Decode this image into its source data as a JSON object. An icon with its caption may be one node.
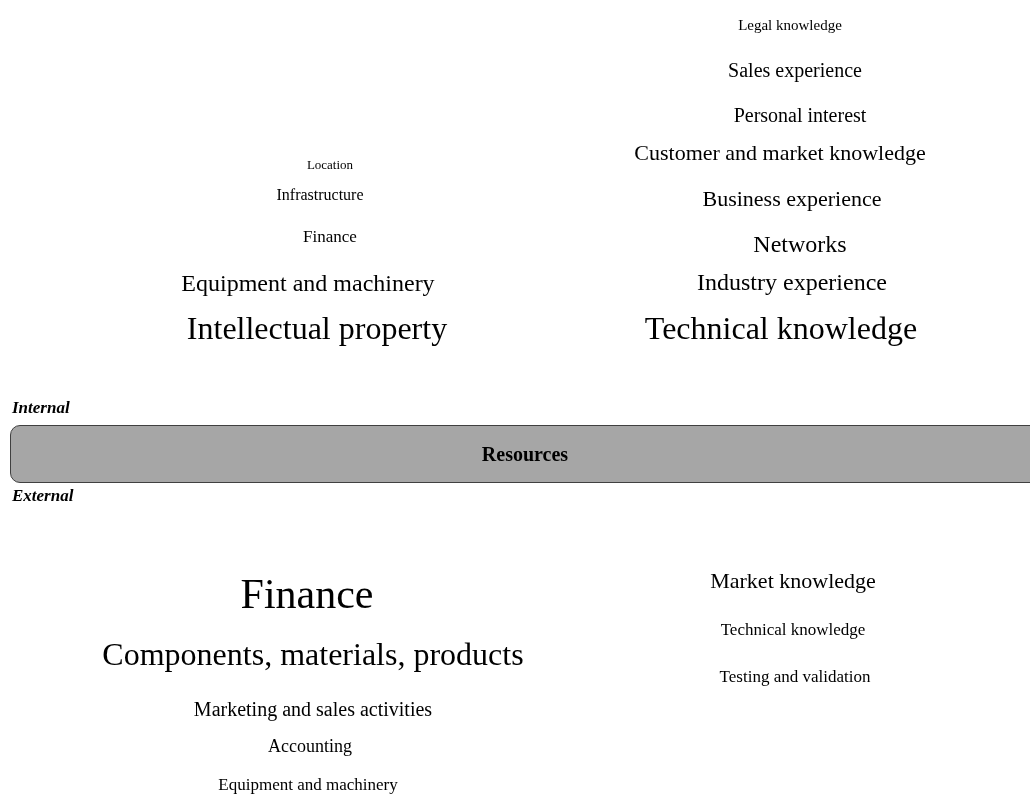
{
  "diagram": {
    "nodes": [
      {
        "text": [
          "Resources"
        ]
      }
    ],
    "labels": [
      "Legal knowledge",
      "Sales experience",
      "Personal interest",
      "Location",
      "Customer and market knowledge",
      "Infrastructure",
      "Business experience",
      "Finance",
      "Networks",
      "Equipment and machinery",
      "Industry experience",
      "Intellectual property",
      "Technical knowledge",
      "Internal",
      "External",
      "Finance",
      "Market knowledge",
      "Technical knowledge",
      "Components, materials, products",
      "Testing and validation",
      "Marketing and sales activities",
      "Accounting",
      "Equipment and machinery"
    ]
  }
}
